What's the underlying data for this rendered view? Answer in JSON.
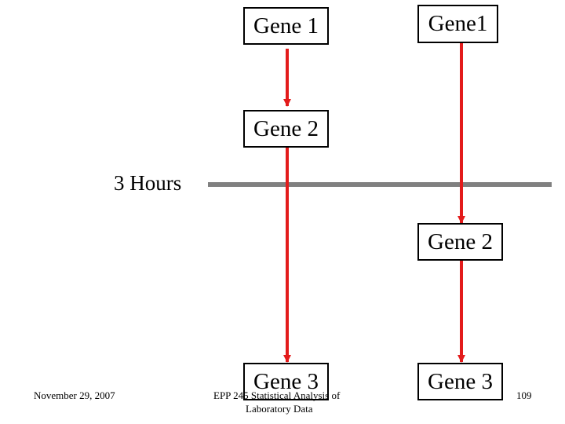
{
  "diagram": {
    "left_column": {
      "gene1": "Gene 1",
      "gene2": "Gene 2",
      "gene3": "Gene 3"
    },
    "right_column": {
      "gene1": "Gene1",
      "gene2": "Gene 2",
      "gene3": "Gene 3"
    },
    "timeline_label": "3 Hours"
  },
  "footer": {
    "date": "November 29, 2007",
    "course_line1": "EPP 245 Statistical Analysis of",
    "course_line2": "Laboratory Data",
    "page_number": "109"
  },
  "colors": {
    "arrow": "#e31b1b",
    "timeline": "#808080",
    "box_border": "#000000"
  }
}
